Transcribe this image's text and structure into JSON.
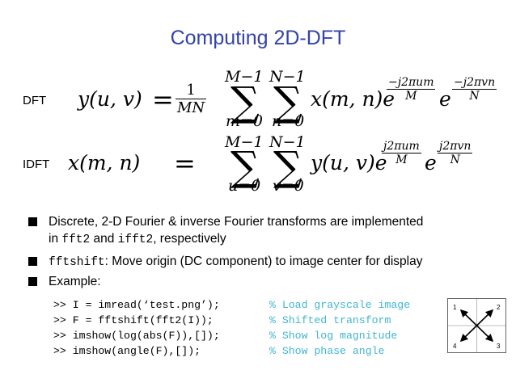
{
  "slide": {
    "title": "Computing 2D-DFT",
    "dft_label": "DFT",
    "idft_label": "IDFT"
  },
  "equations": {
    "dft": {
      "lhs": "y(u, v)",
      "equals": "=",
      "coef_num": "1",
      "coef_den": "MN",
      "sum1_upper": "M−1",
      "sum1_lower": "m=0",
      "sum2_upper": "N−1",
      "sum2_lower": "n=0",
      "summand": "x(m, n)e",
      "exp1_num": "−j2πum",
      "exp1_den": "M",
      "e2": "e",
      "exp2_num": "−j2πvn",
      "exp2_den": "N"
    },
    "idft": {
      "lhs": "x(m, n)",
      "equals": "=",
      "sum1_upper": "M−1",
      "sum1_lower": "u=0",
      "sum2_upper": "N−1",
      "sum2_lower": "v=0",
      "summand": "y(u, v)e",
      "exp1_num": "j2πum",
      "exp1_den": "M",
      "e2": "e",
      "exp2_num": "j2πvn",
      "exp2_den": "N"
    },
    "sigma": "∑"
  },
  "bullets": [
    {
      "part1": "Discrete, 2-D Fourier & inverse Fourier transforms are implemented",
      "part2": "in ",
      "code1": "fft2",
      "part3": " and ",
      "code2": "ifft2",
      "part4": ", respectively"
    },
    {
      "code": "fftshift",
      "text": ": Move origin (DC component) to image center for display"
    },
    {
      "text": "Example:"
    }
  ],
  "code_lines": [
    {
      "code": ">> I = imread(‘test.png’);",
      "comment": "% Load grayscale image"
    },
    {
      "code": ">> F = fftshift(fft2(I));",
      "comment": "% Shifted transform"
    },
    {
      "code": ">> imshow(log(abs(F)),[]);",
      "comment": "% Show log magnitude"
    },
    {
      "code": ">> imshow(angle(F),[]);",
      "comment": "% Show phase angle"
    }
  ],
  "quadrant_diagram": {
    "labels": [
      "1",
      "2",
      "4",
      "3"
    ]
  },
  "colors": {
    "title": "#3343a8",
    "comment": "#3fb5d2",
    "text": "#000000"
  }
}
